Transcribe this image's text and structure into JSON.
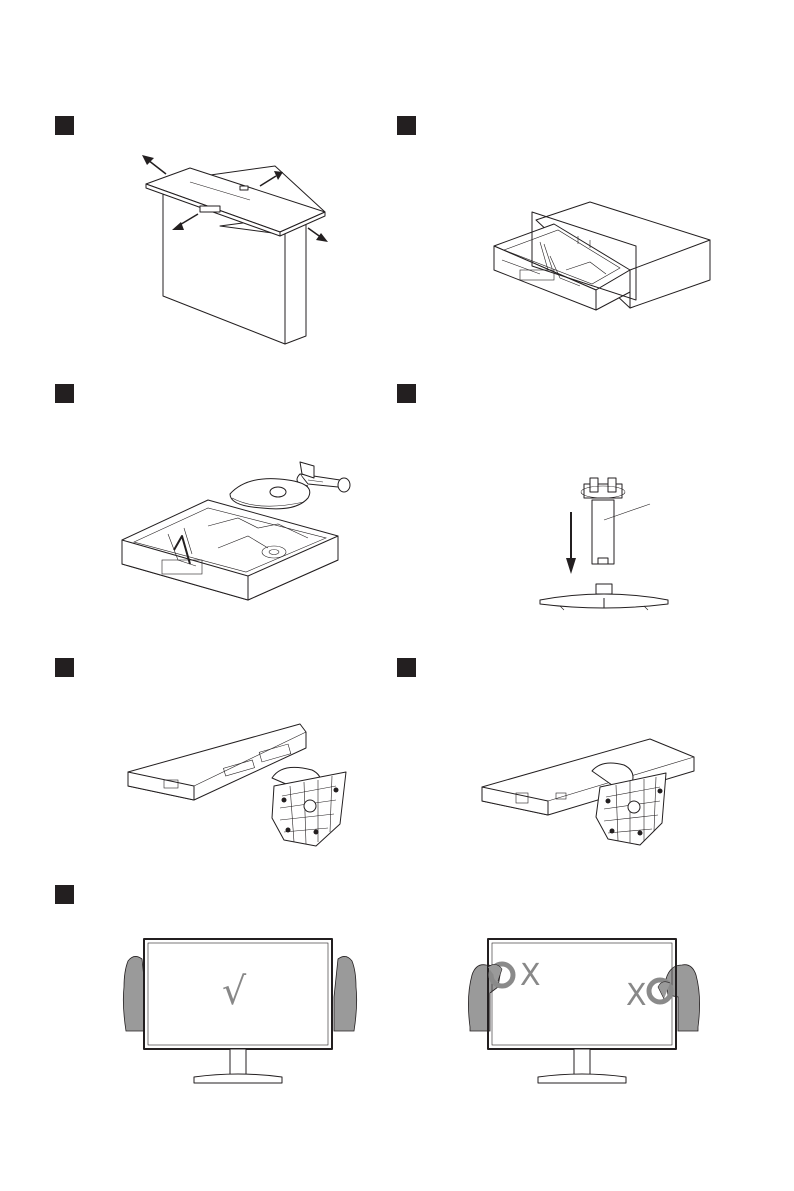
{
  "steps": [
    {
      "id": "remove-box-top"
    },
    {
      "id": "remove-foam-top"
    },
    {
      "id": "remove-stand-parts"
    },
    {
      "id": "attach-neck-to-base"
    },
    {
      "id": "attach-stand-to-monitor"
    },
    {
      "id": "stand-attached"
    },
    {
      "id": "lift-monitor"
    }
  ],
  "handling": {
    "correct_mark": "√",
    "wrong_mark": "X"
  },
  "colors": {
    "ink": "#231f20",
    "warning_ring": "#8a8a8a",
    "hand_fill": "#9a9a9a"
  }
}
